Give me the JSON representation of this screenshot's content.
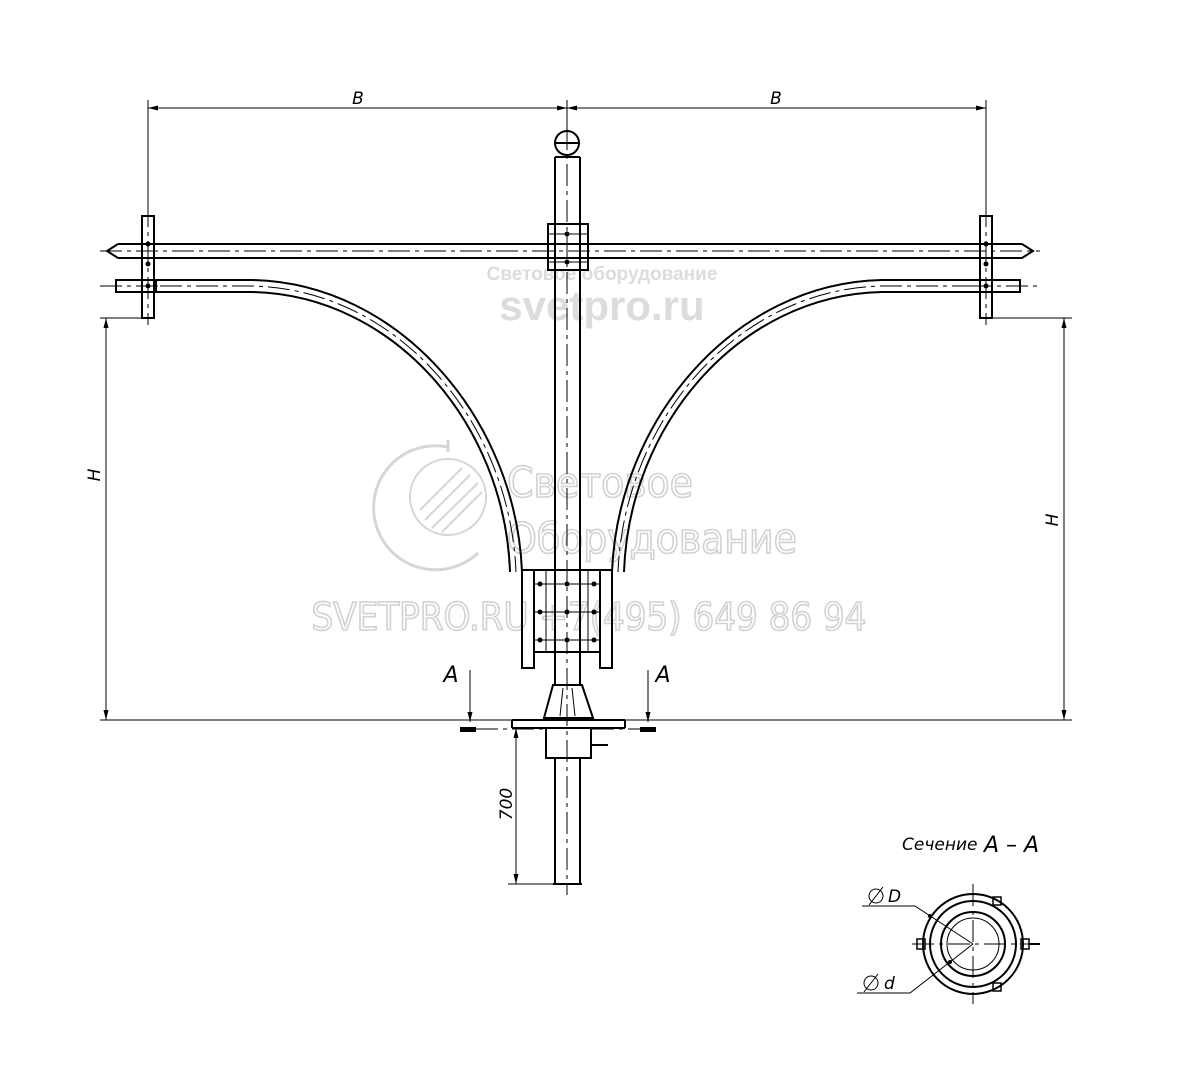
{
  "dimensions": {
    "arm_reach_left": "B",
    "arm_reach_right": "B",
    "arm_height_left": "H",
    "arm_height_right": "H",
    "embedment_depth": "700"
  },
  "section": {
    "marker_left": "A",
    "marker_right": "A",
    "title_prefix": "Сечение",
    "title_mark": "A – A",
    "outer_diameter": "D",
    "inner_diameter": "d"
  },
  "watermark": {
    "top_line1": "Световое оборудование",
    "top_line2": "svetpro.ru",
    "center_line1": "Световое",
    "center_line2": "Оборудование",
    "bottom_line": "SVETPRO.RU +7(495) 649 86 94"
  }
}
